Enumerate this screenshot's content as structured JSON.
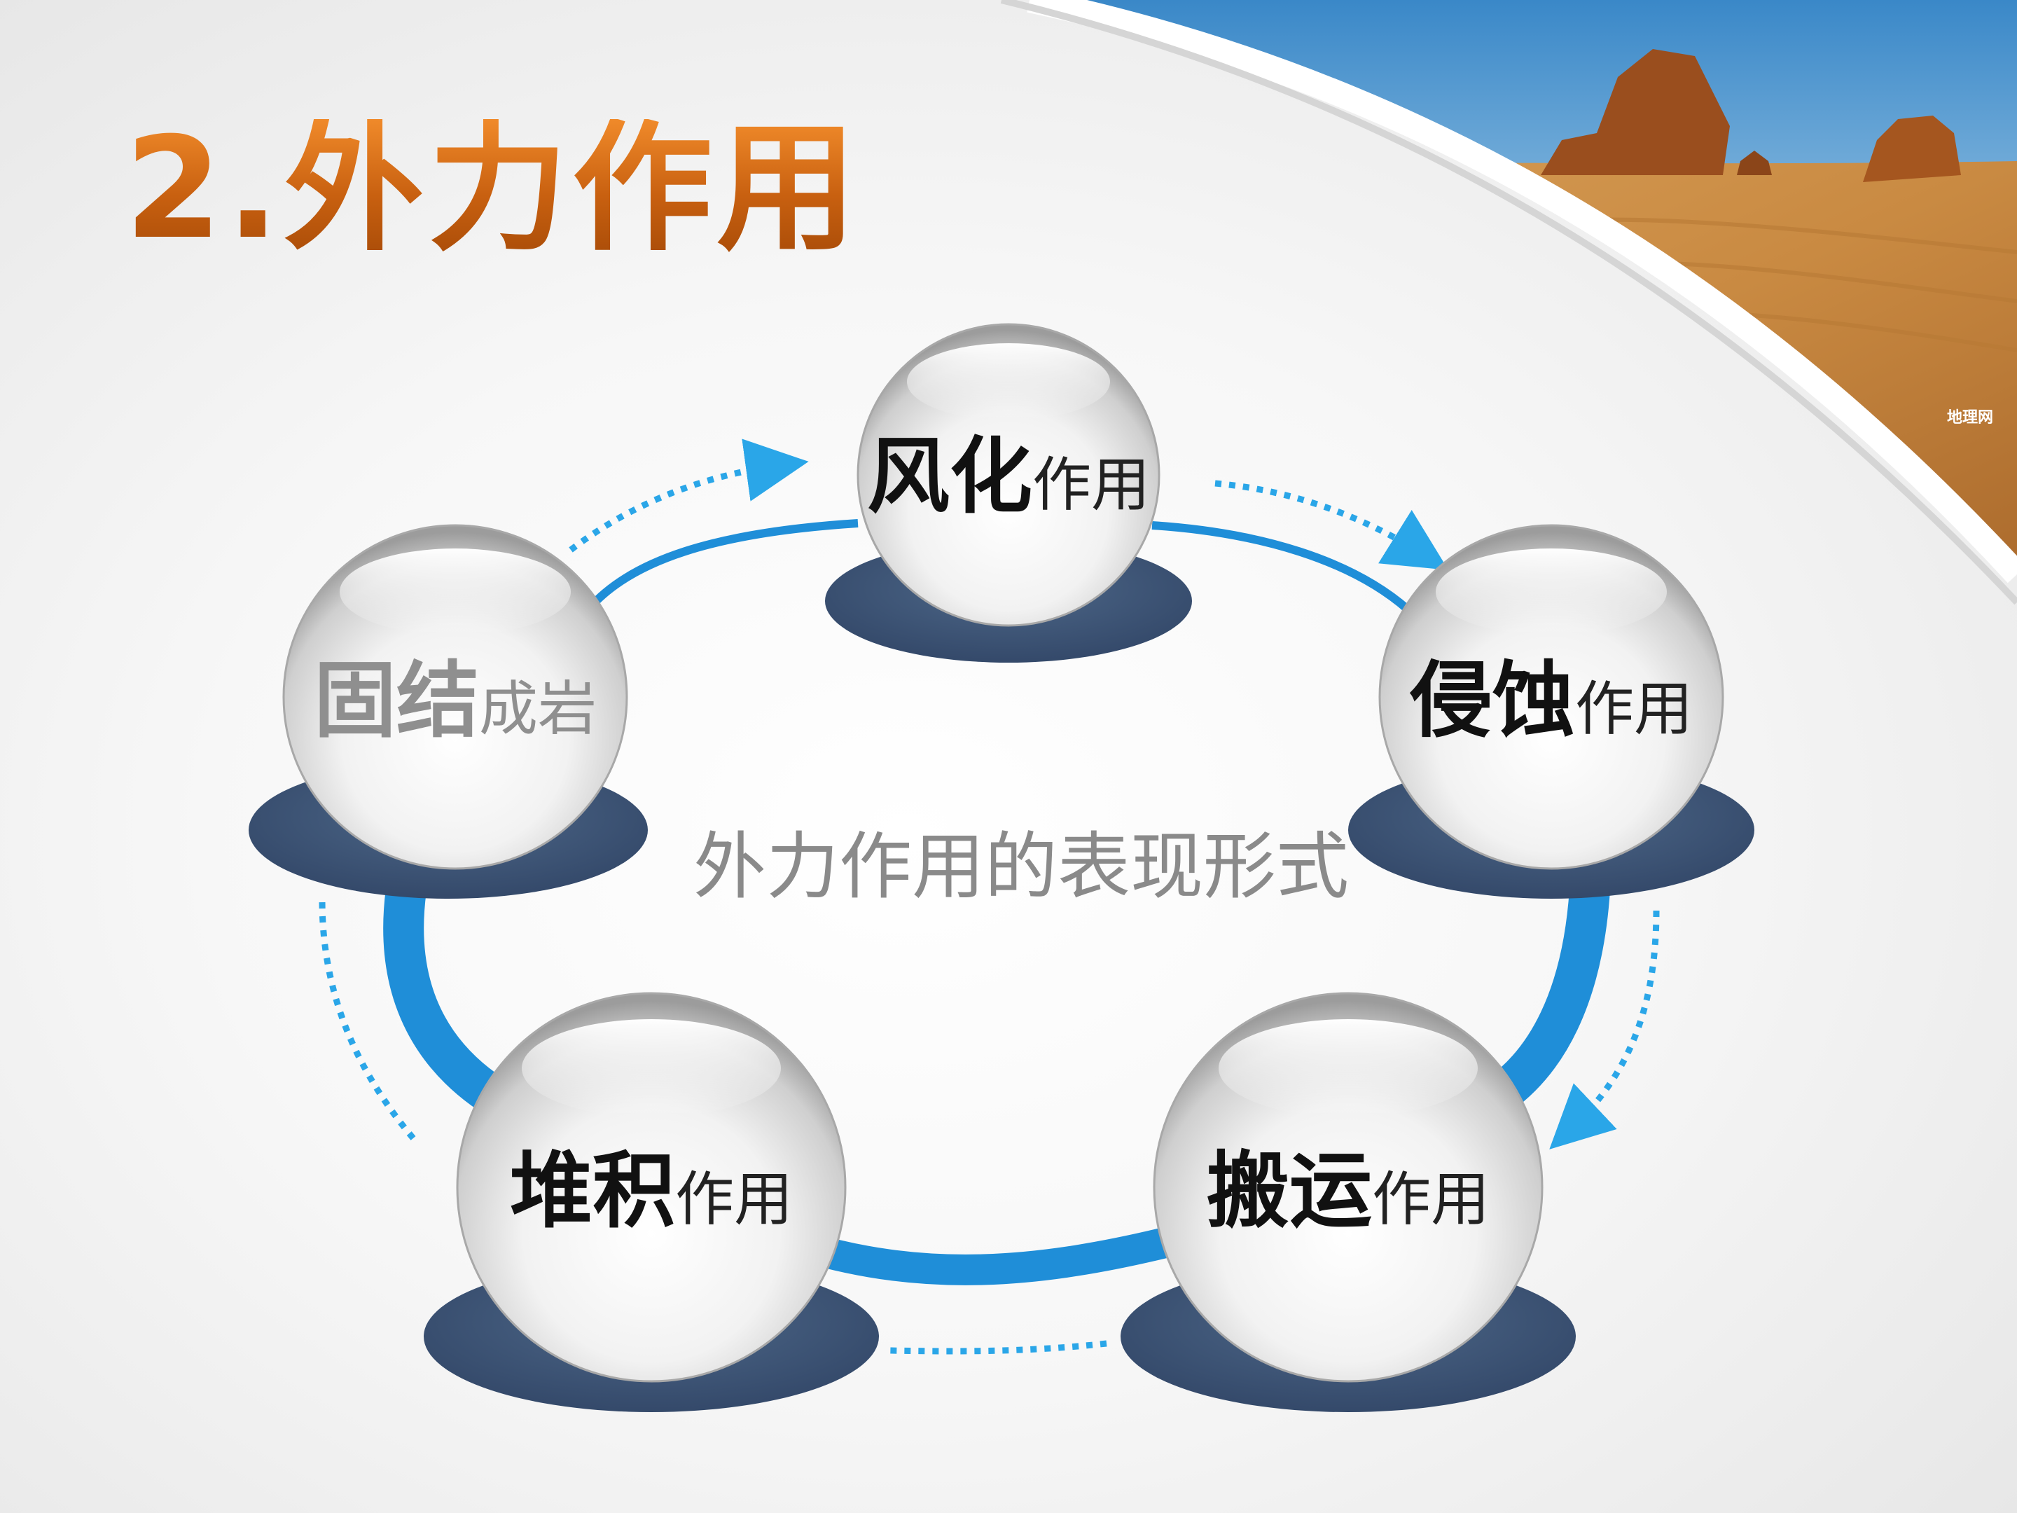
{
  "slide": {
    "title": "2.外力作用",
    "center_caption": "外力作用的表现形式",
    "watermark": "地理网"
  },
  "cycle": {
    "nodes": [
      {
        "id": "weathering",
        "main": "风化",
        "sub": "作用"
      },
      {
        "id": "erosion",
        "main": "侵蚀",
        "sub": "作用"
      },
      {
        "id": "transport",
        "main": "搬运",
        "sub": "作用"
      },
      {
        "id": "deposition",
        "main": "堆积",
        "sub": "作用"
      },
      {
        "id": "consolidation",
        "main": "固结",
        "sub": "成岩"
      }
    ],
    "colors": {
      "ring": "#1f8ed8",
      "dotted_arrow": "#2aa6e8",
      "base": "#3f5878",
      "title_orange": "#d06a14"
    }
  }
}
